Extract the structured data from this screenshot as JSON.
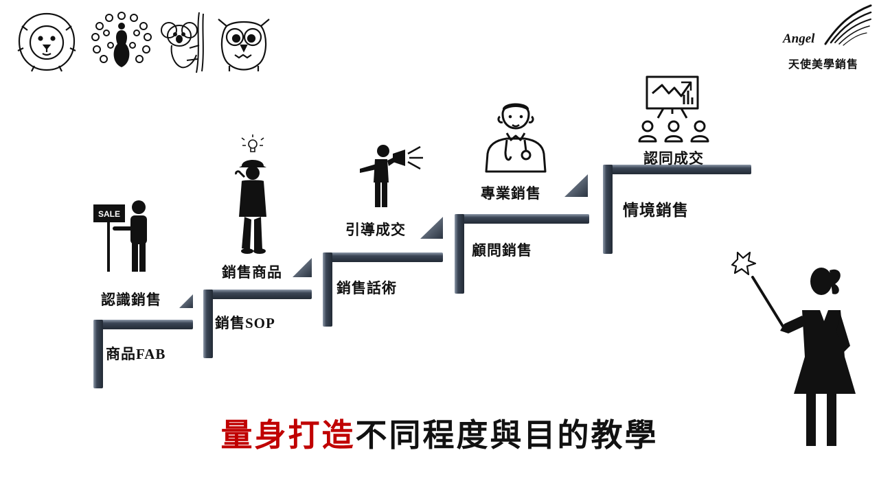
{
  "brand": {
    "name": "Angel",
    "subtitle": "天使美學銷售"
  },
  "personality_icons": [
    "lion-icon",
    "peacock-icon",
    "koala-icon",
    "owl-icon"
  ],
  "steps": [
    {
      "upper": "認識銷售",
      "lower": "商品FAB",
      "icon": "sale-sign-person-icon"
    },
    {
      "upper": "銷售商品",
      "lower": "銷售SOP",
      "icon": "detective-idea-icon"
    },
    {
      "upper": "引導成交",
      "lower": "銷售話術",
      "icon": "megaphone-person-icon"
    },
    {
      "upper": "專業銷售",
      "lower": "顧問銷售",
      "icon": "doctor-icon"
    },
    {
      "upper": "認同成交",
      "lower": "情境銷售",
      "icon": "presentation-audience-icon"
    }
  ],
  "tagline": {
    "highlight": "量身打造",
    "rest": "不同程度與目的教學"
  },
  "colors": {
    "highlight": "#c00000",
    "step_fill": "#3b4656",
    "step_edge": "#8e9aaa"
  },
  "teacher_icon": "teacher-pointer-icon"
}
